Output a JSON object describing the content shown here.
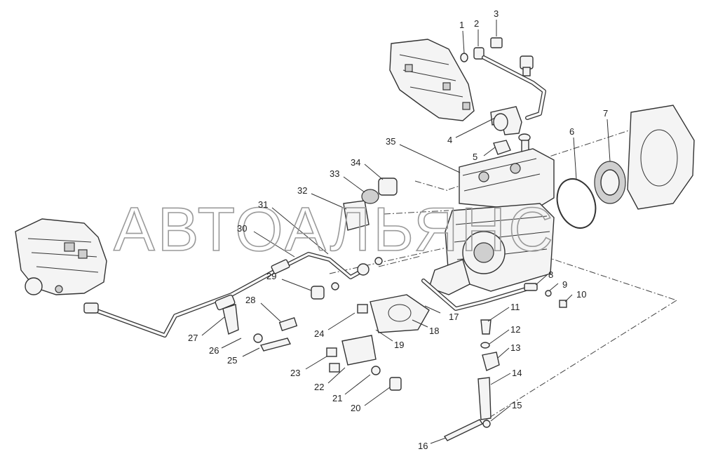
{
  "watermark": "АВТОАЛЬЯНС",
  "labels": [
    "1",
    "2",
    "3",
    "4",
    "5",
    "6",
    "7",
    "8",
    "9",
    "10",
    "11",
    "12",
    "13",
    "14",
    "15",
    "16",
    "17",
    "18",
    "19",
    "20",
    "21",
    "22",
    "23",
    "24",
    "25",
    "26",
    "27",
    "28",
    "29",
    "30",
    "31",
    "32",
    "33",
    "34",
    "35"
  ]
}
